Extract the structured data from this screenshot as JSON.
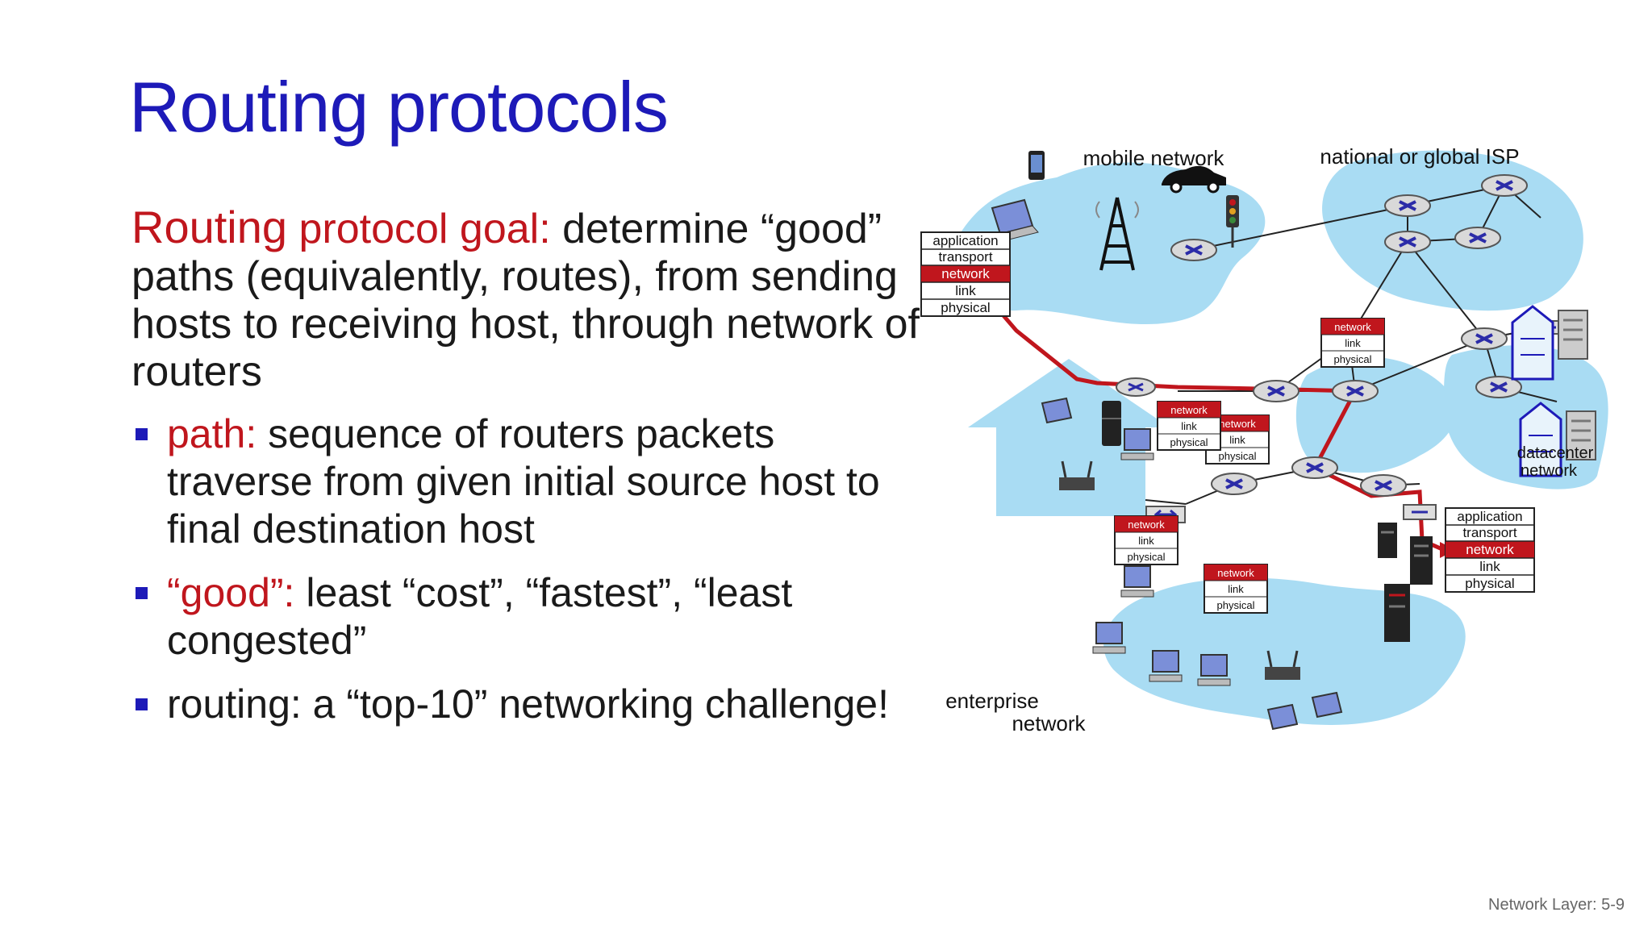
{
  "slide": {
    "title": "Routing protocols",
    "goal": {
      "word_routing": "Routing",
      "label": " protocol goal:",
      "text": " determine “good” paths (equivalently, routes), from sending hosts to receiving host, through network of routers"
    },
    "bullets": [
      {
        "label": "path:",
        "text": " sequence of routers packets traverse from given initial source host to final destination host"
      },
      {
        "label": "“good”:",
        "text": " least “cost”, “fastest”, “least congested”"
      },
      {
        "label": "",
        "text": "routing: a “top-10” networking challenge!"
      }
    ],
    "footer": "Network Layer: 5-9"
  },
  "diagram": {
    "labels": {
      "mobile": "mobile network",
      "isp": "national or global ISP",
      "datacenter_1": "datacenter",
      "datacenter_2": "network",
      "enterprise_1": "enterprise",
      "enterprise_2": "network"
    },
    "full_stack": [
      "application",
      "transport",
      "network",
      "link",
      "physical"
    ],
    "router_stack": [
      "network",
      "link",
      "physical"
    ]
  },
  "colors": {
    "title": "#1d1ab8",
    "accent_red": "#c0161d",
    "cloud": "#a9dcf3",
    "router": "#2c2ca8",
    "route": "#c0161d"
  }
}
